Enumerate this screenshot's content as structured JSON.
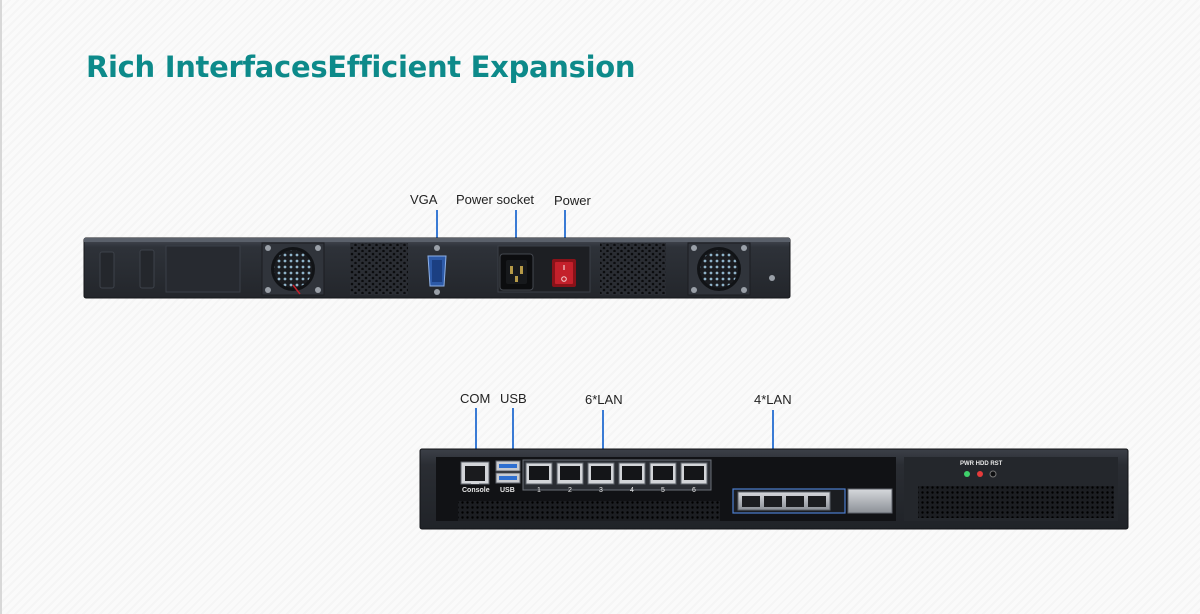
{
  "heading": {
    "title": "Rich InterfacesEfficient Expansion"
  },
  "rear_panel": {
    "callouts": {
      "vga": "VGA",
      "power_socket": "Power socket",
      "power": "Power"
    }
  },
  "front_panel": {
    "callouts": {
      "com": "COM",
      "usb": "USB",
      "lan6": "6*LAN",
      "lan4": "4*LAN"
    },
    "port_labels": {
      "console": "Console",
      "usb": "USB",
      "lan": [
        "1",
        "2",
        "3",
        "4",
        "5",
        "6"
      ],
      "indicators": "PWR HDD RST"
    }
  },
  "colors": {
    "title": "#0d8a8a",
    "chassis": "#2b2f36",
    "callout_line": "#3a7bd5",
    "power_switch": "#c4202b",
    "usb_port": "#2f6fd0"
  },
  "icons": [
    "fan-grille-icon",
    "vga-port-icon",
    "power-socket-icon",
    "power-switch-icon",
    "rj45-port-icon",
    "usb-port-icon",
    "led-indicator-icon"
  ]
}
